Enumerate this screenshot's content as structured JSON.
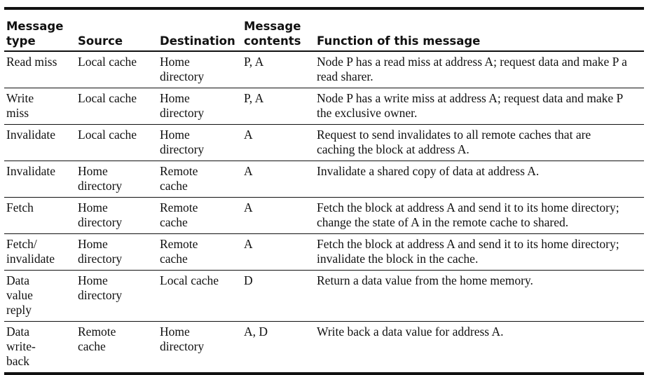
{
  "table": {
    "headers": [
      "Message\ntype",
      "Source",
      "Destination",
      "Message\ncontents",
      "Function of this message"
    ],
    "rows": [
      {
        "type": "Read miss",
        "source": "Local cache",
        "destination": "Home\ndirectory",
        "contents": "P, A",
        "function": "Node P has a read miss at address A; request data and make P a\nread sharer."
      },
      {
        "type": "Write\nmiss",
        "source": "Local cache",
        "destination": "Home\ndirectory",
        "contents": "P, A",
        "function": "Node P has a write miss at address A; request data and make P\nthe exclusive owner."
      },
      {
        "type": "Invalidate",
        "source": "Local cache",
        "destination": "Home\ndirectory",
        "contents": "A",
        "function": "Request to send invalidates to all remote caches that are\ncaching the block at address A."
      },
      {
        "type": "Invalidate",
        "source": "Home\ndirectory",
        "destination": "Remote\ncache",
        "contents": "A",
        "function": "Invalidate a shared copy of data at address A."
      },
      {
        "type": "Fetch",
        "source": "Home\ndirectory",
        "destination": "Remote\ncache",
        "contents": "A",
        "function": "Fetch the block at address A and send it to its home directory;\nchange the state of A in the remote cache to shared."
      },
      {
        "type": "Fetch/\ninvalidate",
        "source": "Home\ndirectory",
        "destination": "Remote\ncache",
        "contents": "A",
        "function": "Fetch the block at address A and send it to its home directory;\ninvalidate the block in the cache."
      },
      {
        "type": "Data\nvalue\nreply",
        "source": "Home\ndirectory",
        "destination": "Local cache",
        "contents": "D",
        "function": "Return a data value from the home memory."
      },
      {
        "type": "Data\nwrite-\nback",
        "source": "Remote\ncache",
        "destination": "Home\ndirectory",
        "contents": "A, D",
        "function": "Write back a data value for address A."
      }
    ]
  }
}
